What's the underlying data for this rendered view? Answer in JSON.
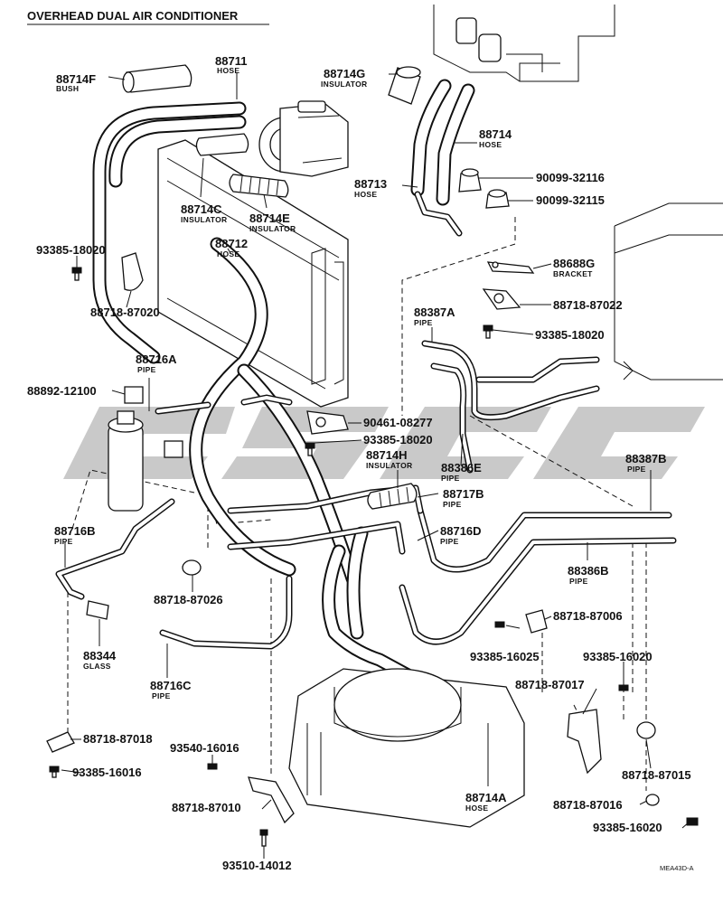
{
  "title": "OVERHEAD DUAL AIR CONDITIONER",
  "code": "MEA43D-A",
  "labels": {
    "p88714F": "88714F",
    "p88714F_sub": "BUSH",
    "p88711": "88711",
    "p88711_sub": "HOSE",
    "p88714G": "88714G",
    "p88714G_sub": "INSULATOR",
    "p88714": "88714",
    "p88714_sub": "HOSE",
    "p88713": "88713",
    "p88713_sub": "HOSE",
    "p90099_32116": "90099-32116",
    "p90099_32115": "90099-32115",
    "p88714C": "88714C",
    "p88714C_sub": "INSULATOR",
    "p88714E": "88714E",
    "p88714E_sub": "INSULATOR",
    "p88712": "88712",
    "p88712_sub": "HOSE",
    "p93385_18020_a": "93385-18020",
    "p88688G": "88688G",
    "p88688G_sub": "BRACKET",
    "p88718_87022": "88718-87022",
    "p88387A": "88387A",
    "p88387A_sub": "PIPE",
    "p93385_18020_b": "93385-18020",
    "p88718_87020": "88718-87020",
    "p88716A": "88716A",
    "p88716A_sub": "PIPE",
    "p88892_12100": "88892-12100",
    "p90461_08277": "90461-08277",
    "p93385_18020_c": "93385-18020",
    "p88714H": "88714H",
    "p88714H_sub": "INSULATOR",
    "p88386E": "88386E",
    "p88386E_sub": "PIPE",
    "p88387B": "88387B",
    "p88387B_sub": "PIPE",
    "p88717B": "88717B",
    "p88717B_sub": "PIPE",
    "p88716B": "88716B",
    "p88716B_sub": "PIPE",
    "p88716D": "88716D",
    "p88716D_sub": "PIPE",
    "p88386B": "88386B",
    "p88386B_sub": "PIPE",
    "p88718_87026": "88718-87026",
    "p88718_87006": "88718-87006",
    "p88344": "88344",
    "p88344_sub": "GLASS",
    "p93385_16025": "93385-16025",
    "p93385_16020_a": "93385-16020",
    "p88716C": "88716C",
    "p88716C_sub": "PIPE",
    "p88718_87017": "88718-87017",
    "p88718_87018": "88718-87018",
    "p93540_16016": "93540-16016",
    "p93385_16016": "93385-16016",
    "p88714A": "88714A",
    "p88714A_sub": "HOSE",
    "p88718_87015": "88718-87015",
    "p88718_87010": "88718-87010",
    "p88718_87016": "88718-87016",
    "p93385_16020_b": "93385-16020",
    "p93510_14012": "93510-14012"
  }
}
